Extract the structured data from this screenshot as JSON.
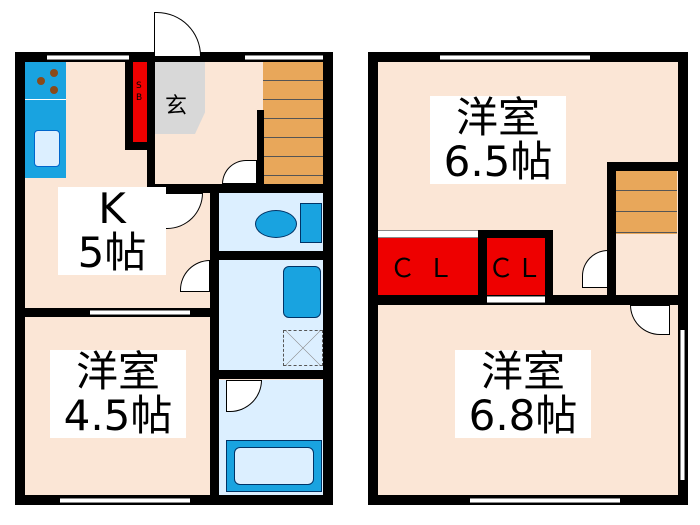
{
  "left_unit": {
    "kitchen": {
      "name": "K",
      "size": "5帖"
    },
    "western_room": {
      "name": "洋室",
      "size": "4.5帖"
    },
    "entrance": "玄",
    "shoe_box": "SB"
  },
  "right_unit": {
    "upper_room": {
      "name": "洋室",
      "size": "6.5帖"
    },
    "lower_room": {
      "name": "洋室",
      "size": "6.8帖"
    },
    "closets": [
      "ＣＬ",
      "ＣＬ"
    ]
  },
  "colors": {
    "floor": "#fbe6d6",
    "wet": "#dcefff",
    "fixture": "#19a3e0",
    "closet": "#ee0000",
    "stair": "#e8a75a"
  }
}
